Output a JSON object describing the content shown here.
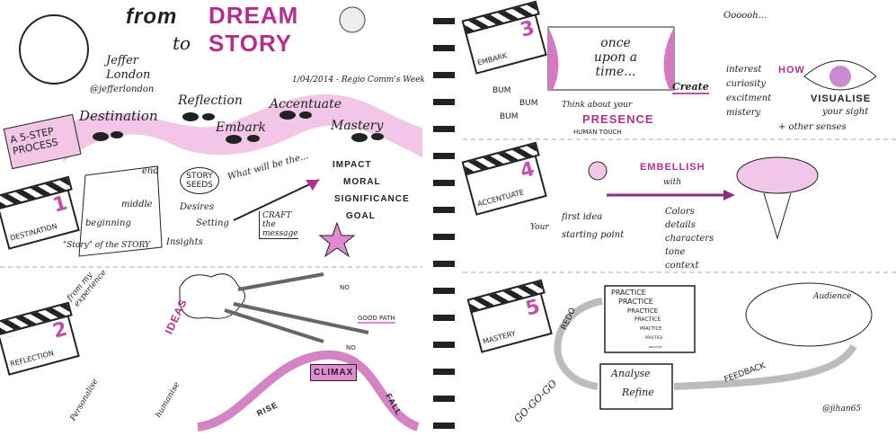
{
  "title": {
    "from": "from",
    "dream": "DREAM",
    "to": "to",
    "story": "STORY"
  },
  "speaker": {
    "first": "Jeffer",
    "last": "London",
    "handle": "@jefferlondon"
  },
  "event": "1/04/2014 - Regio Comm's Week",
  "process_label": "A 5-STEP PROCESS",
  "steps": [
    "Destination",
    "Reflection",
    "Embark",
    "Accentuate",
    "Mastery"
  ],
  "destination": {
    "clapper": "DESTINATION",
    "number": "1",
    "map": [
      "end",
      "middle",
      "beginning"
    ],
    "map_caption": "\"Story\" of the STORY",
    "seeds": "STORY SEEDS",
    "seed_items": [
      "Desires",
      "Setting",
      "Insights"
    ],
    "question": "What will be the...",
    "outcomes": [
      "IMPACT",
      "MORAL",
      "SIGNIFICANCE",
      "GOAL"
    ],
    "craft": "CRAFT the message"
  },
  "reflection": {
    "clapper": "REFLECTION",
    "number": "2",
    "experience": "from my experience",
    "ideas": "IDEAS",
    "personalise": "Personalise",
    "humanise": "humanise",
    "no1": "NO",
    "no2": "NO",
    "good_path": "GOOD PATH",
    "climax": "CLIMAX",
    "rise": "RISE",
    "fall": "FALL"
  },
  "embark": {
    "clapper": "EMBARK",
    "number": "3",
    "curtain": "once upon a time...",
    "bum": [
      "BUM",
      "BUM",
      "BUM"
    ],
    "think": "Think about your",
    "presence": "PRESENCE",
    "human": "HUMAN TOUCH",
    "oooh": "Oooooh...",
    "create": "Create",
    "create_items": [
      "interest",
      "curiosity",
      "excitment",
      "mistery"
    ],
    "how": "HOW",
    "visualise": "VISUALISE",
    "sight": "your sight",
    "senses": "+ other senses"
  },
  "accentuate": {
    "clapper": "ACCENTUATE",
    "number": "4",
    "embellish": "EMBELLISH",
    "with": "with",
    "your": "Your",
    "idea": [
      "first idea",
      "starting point"
    ],
    "items": [
      "Colors",
      "details",
      "characters",
      "tone",
      "context"
    ]
  },
  "mastery": {
    "clapper": "MASTERY",
    "number": "5",
    "gogogo": "GO-GO-GO",
    "practice": [
      "PRACTICE",
      "PRACTICE",
      "PRACTICE",
      "PRACTICE",
      "PRACTICE",
      "PRACTICE",
      "PRACTICE"
    ],
    "audience": "Audience",
    "redo": "REDO",
    "feedback": "FEEDBACK",
    "analyse": "Analyse",
    "refine": "Refine"
  },
  "signature": "@jihan65",
  "colors": {
    "accent": "#b0308c",
    "light": "#f2c6e6"
  }
}
